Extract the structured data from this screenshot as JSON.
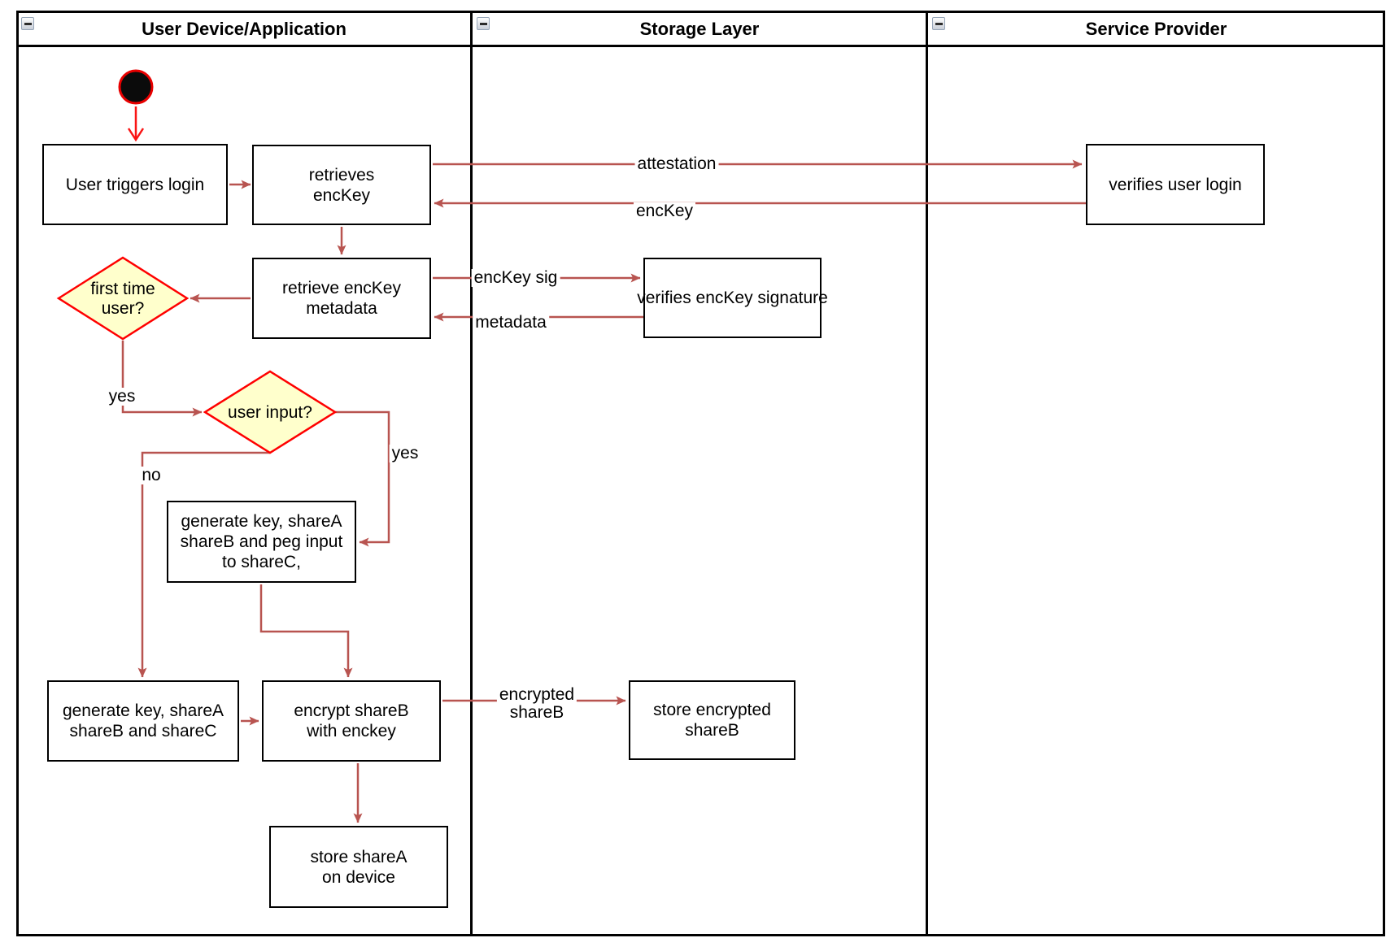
{
  "lanes": [
    {
      "title": "User Device/Application"
    },
    {
      "title": "Storage Layer"
    },
    {
      "title": "Service Provider"
    }
  ],
  "nodes": {
    "user_triggers_login": {
      "label": "User triggers login"
    },
    "retrieves_enckey": {
      "label": "retrieves\nencKey"
    },
    "retrieve_enckey_metadata": {
      "label": "retrieve encKey\nmetadata"
    },
    "verifies_user_login": {
      "label": "verifies user login"
    },
    "verifies_enckey_signature": {
      "label": "verifies encKey signature"
    },
    "first_time_user": {
      "label": "first time\nuser?"
    },
    "user_input": {
      "label": "user input?"
    },
    "generate_key_peg_input": {
      "label": "generate key, shareA\nshareB and peg input\nto shareC,"
    },
    "generate_key_abc": {
      "label": "generate key, shareA\nshareB and shareC"
    },
    "encrypt_shareb": {
      "label": "encrypt shareB\nwith enckey"
    },
    "store_encrypted_shareb": {
      "label": "store encrypted\nshareB"
    },
    "store_sharea": {
      "label": "store shareA\non device"
    }
  },
  "edge_labels": {
    "attestation": "attestation",
    "enckey": "encKey",
    "enckey_sig": "encKey sig",
    "metadata": "metadata",
    "yes_first_time": "yes",
    "yes_user_input": "yes",
    "no_user_input": "no",
    "encrypted_shareb": "encrypted\nshareB"
  },
  "colors": {
    "edge": "#B85450",
    "start_arrow": "#FA1414",
    "start_node_fill": "#0B0B0B",
    "start_node_ring": "#E80000",
    "decision_fill": "#FFFFCC",
    "decision_border": "#FF0000",
    "node_border": "#000000"
  }
}
